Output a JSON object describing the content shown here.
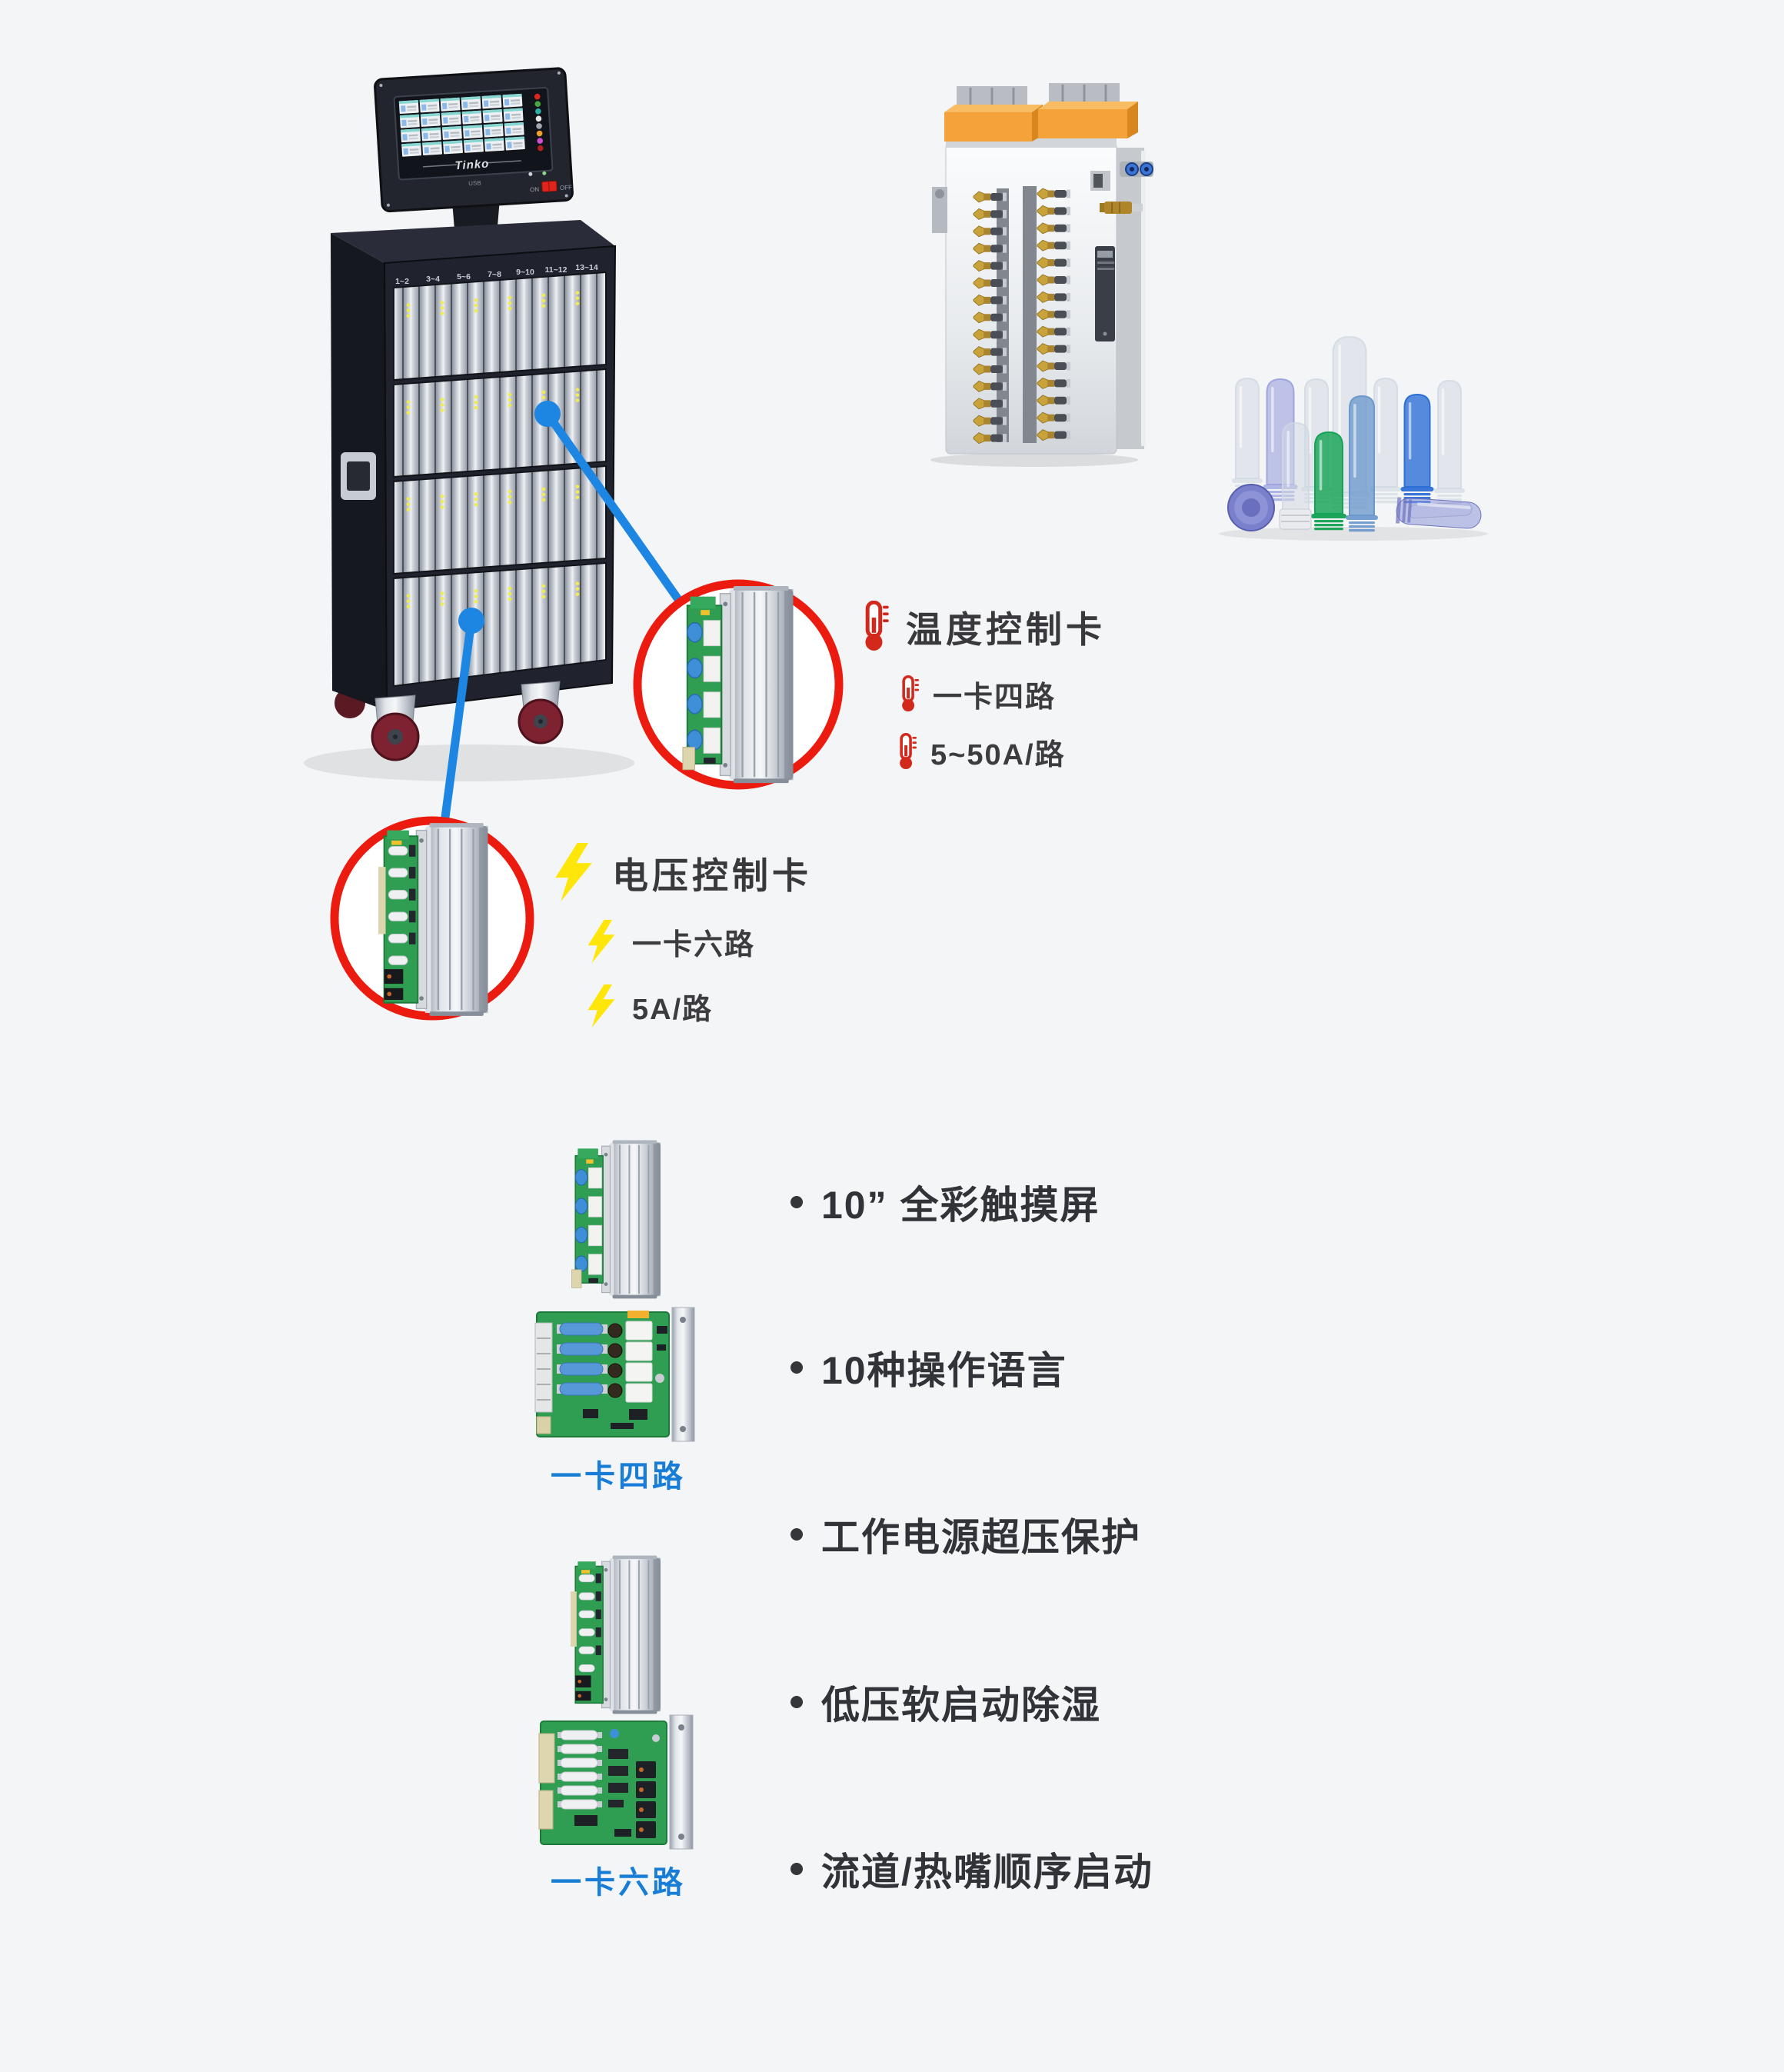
{
  "page": {
    "background": "#f4f5f6"
  },
  "cabinet": {
    "brand": "Tinko",
    "channel_labels": [
      "1~2",
      "3~4",
      "5~6",
      "7~8",
      "9~10",
      "11~12",
      "13~14"
    ],
    "usb_label": "USB",
    "power_on_label": "ON",
    "power_off_label": "OFF"
  },
  "callouts": {
    "temperature": {
      "title": "温度控制卡",
      "icon": "thermometer-icon",
      "icon_color": "#d3281c",
      "items": [
        {
          "text": "一卡四路"
        },
        {
          "text": "5~50A/路"
        }
      ]
    },
    "voltage": {
      "title": "电压控制卡",
      "icon": "lightning-icon",
      "icon_color": "#ffe60a",
      "items": [
        {
          "text": "一卡六路"
        },
        {
          "text": "5A/路"
        }
      ]
    }
  },
  "bottom": {
    "card_labels": [
      {
        "label": "一卡四路",
        "color": "#187dd6"
      },
      {
        "label": "一卡六路",
        "color": "#187dd6"
      }
    ],
    "features": [
      "10” 全彩触摸屏",
      "10种操作语言",
      "工作电源超压保护",
      "低压软启动除湿",
      "流道/热嘴顺序启动"
    ]
  },
  "accents": {
    "circle_stroke": "#ec1b10",
    "callout_line": "#1d86e3",
    "label_blue": "#187dd6",
    "led_yellow": "#f2ed49"
  }
}
